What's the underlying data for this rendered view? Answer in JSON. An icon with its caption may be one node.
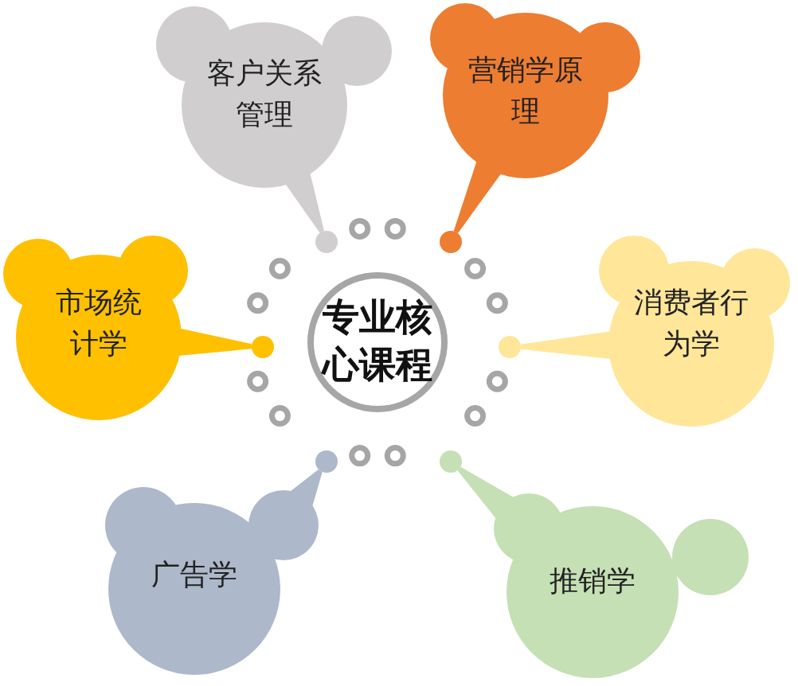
{
  "diagram": {
    "nodes": [
      {
        "text": [
          "专业核心课程"
        ]
      },
      {
        "text": [
          "客户关系管理"
        ]
      },
      {
        "text": [
          "营销学原理"
        ]
      },
      {
        "text": [
          "市场统计学"
        ]
      },
      {
        "text": [
          "消费者行为学"
        ]
      },
      {
        "text": [
          "广告学"
        ]
      },
      {
        "text": [
          "推销学"
        ]
      },
      {
        "text": [],
        "shape": "circle"
      },
      {
        "text": [],
        "shape": "circle"
      },
      {
        "text": [],
        "shape": "circle"
      },
      {
        "text": [],
        "shape": "circle"
      },
      {
        "text": [],
        "shape": "circle"
      },
      {
        "text": [],
        "shape": "circle"
      }
    ],
    "edges": [
      {
        "from": 1,
        "to": 7,
        "arrow": "none",
        "color": "#d0cece"
      },
      {
        "from": 2,
        "to": 8,
        "arrow": "none",
        "color": "#ed7d31"
      },
      {
        "from": 3,
        "to": 9,
        "arrow": "none",
        "color": "#ffc000"
      },
      {
        "from": 4,
        "to": 10,
        "arrow": "none",
        "color": "#ffe699"
      },
      {
        "from": 5,
        "to": 11,
        "arrow": "none",
        "color": "#adb9ca"
      },
      {
        "from": 6,
        "to": 12,
        "arrow": "none",
        "color": "#c5e0b4"
      }
    ]
  }
}
